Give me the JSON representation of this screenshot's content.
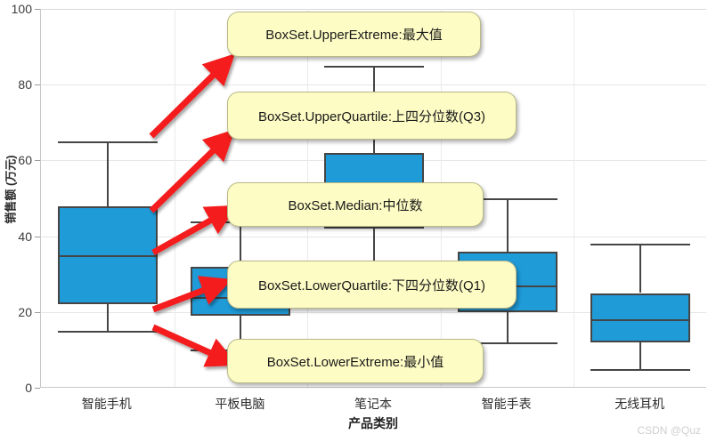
{
  "chart_data": {
    "type": "box",
    "title": "",
    "xlabel": "产品类别",
    "ylabel": "销售额 (万元)",
    "ylim": [
      0,
      100
    ],
    "yticks": [
      0,
      20,
      40,
      60,
      80,
      100
    ],
    "grid": true,
    "legend": "none",
    "categories": [
      "智能手机",
      "平板电脑",
      "笔记本",
      "智能手表",
      "无线耳机"
    ],
    "boxes": [
      {
        "category": "智能手机",
        "lower_extreme": 15,
        "lower_quartile": 22,
        "median": 35,
        "upper_quartile": 48,
        "upper_extreme": 65
      },
      {
        "category": "平板电脑",
        "lower_extreme": 10,
        "lower_quartile": 19,
        "median": 24,
        "upper_quartile": 32,
        "upper_extreme": 44
      },
      {
        "category": "笔记本",
        "lower_extreme": 30,
        "lower_quartile": 42,
        "median": 52,
        "upper_quartile": 62,
        "upper_extreme": 85
      },
      {
        "category": "智能手表",
        "lower_extreme": 12,
        "lower_quartile": 20,
        "median": 27,
        "upper_quartile": 36,
        "upper_extreme": 50
      },
      {
        "category": "无线耳机",
        "lower_extreme": 5,
        "lower_quartile": 12,
        "median": 18,
        "upper_quartile": 25,
        "upper_extreme": 38
      }
    ],
    "series_color": "#1f9bd8",
    "outline_color": "#454545"
  },
  "annotations": [
    {
      "id": "upper-extreme",
      "text": "BoxSet.UpperExtreme:最大值"
    },
    {
      "id": "upper-quartile",
      "text": "BoxSet.UpperQuartile:上四分位数(Q3)"
    },
    {
      "id": "median",
      "text": "BoxSet.Median:中位数"
    },
    {
      "id": "lower-quartile",
      "text": "BoxSet.LowerQuartile:下四分位数(Q1)"
    },
    {
      "id": "lower-extreme",
      "text": "BoxSet.LowerExtreme:最小值"
    }
  ],
  "axis": {
    "y_ticks": [
      "0",
      "20",
      "40",
      "60",
      "80",
      "100"
    ],
    "x_ticks": [
      "智能手机",
      "平板电脑",
      "笔记本",
      "智能手表",
      "无线耳机"
    ],
    "y_title": "销售额 (万元)",
    "x_title": "产品类别"
  },
  "watermark": {
    "text": "CSDN @Quz"
  },
  "colors": {
    "box_fill": "#1f9bd8",
    "box_outline": "#454545",
    "callout_fill": "#fdfcc4",
    "callout_border": "#b9b98a",
    "arrow": "#f41d1d",
    "grid": "#e6e6e6"
  }
}
